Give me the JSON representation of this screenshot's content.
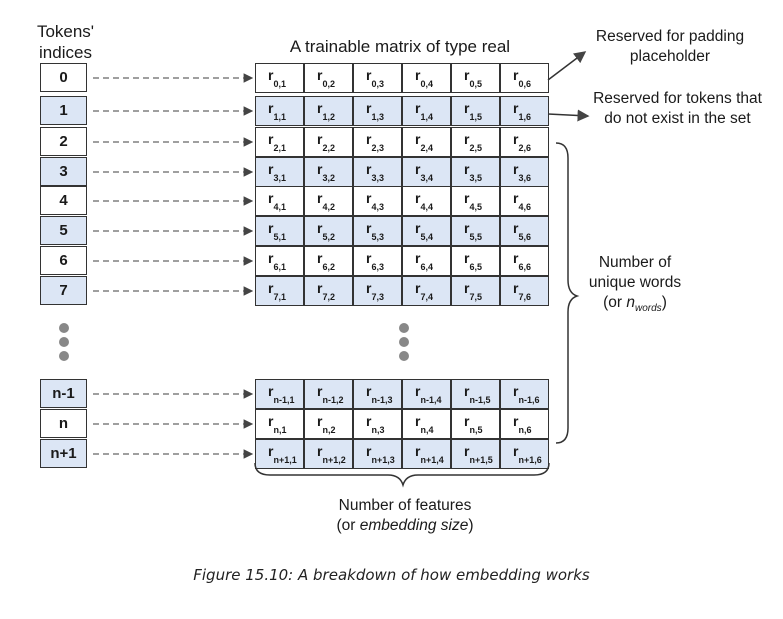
{
  "title": "A trainable matrix of type real",
  "index_header": "Tokens' indices",
  "row_indices": [
    "0",
    "1",
    "2",
    "3",
    "4",
    "5",
    "6",
    "7",
    "n-1",
    "n",
    "n+1"
  ],
  "matrix_cells": [
    [
      "r",
      "0,1",
      "0,2",
      "0,3",
      "0,4",
      "0,5",
      "0,6"
    ],
    [
      "r",
      "1,1",
      "1,2",
      "1,3",
      "1,4",
      "1,5",
      "1,6"
    ],
    [
      "r",
      "2,1",
      "2,2",
      "2,3",
      "2,4",
      "2,5",
      "2,6"
    ],
    [
      "r",
      "3,1",
      "3,2",
      "3,3",
      "3,4",
      "3,5",
      "3,6"
    ],
    [
      "r",
      "4,1",
      "4,2",
      "4,3",
      "4,4",
      "4,5",
      "4,6"
    ],
    [
      "r",
      "5,1",
      "5,2",
      "5,3",
      "5,4",
      "5,5",
      "5,6"
    ],
    [
      "r",
      "6,1",
      "6,2",
      "6,3",
      "6,4",
      "6,5",
      "6,6"
    ],
    [
      "r",
      "7,1",
      "7,2",
      "7,3",
      "7,4",
      "7,5",
      "7,6"
    ],
    [
      "r",
      "n-1,1",
      "n-1,2",
      "n-1,3",
      "n-1,4",
      "n-1,5",
      "n-1,6"
    ],
    [
      "r",
      "n,1",
      "n,2",
      "n,3",
      "n,4",
      "n,5",
      "n,6"
    ],
    [
      "r",
      "n+1,1",
      "n+1,2",
      "n+1,3",
      "n+1,4",
      "n+1,5",
      "n+1,6"
    ]
  ],
  "notes": {
    "padding": "Reserved for padding placeholder",
    "unknown": "Reserved for tokens that do not exist in the set",
    "words_line1": "Number of",
    "words_line2": "unique words",
    "words_line3_prefix": "(or ",
    "words_var": "n",
    "words_sub": "words",
    "words_line3_suffix": ")",
    "features_line1": "Number of features",
    "features_line2_prefix": "(or ",
    "features_italic": "embedding size",
    "features_line2_suffix": ")"
  },
  "caption": "Figure 15.10: A breakdown of how embedding works",
  "colors": {
    "shaded": "#dce6f5",
    "line": "#333333",
    "dot": "#888888"
  }
}
